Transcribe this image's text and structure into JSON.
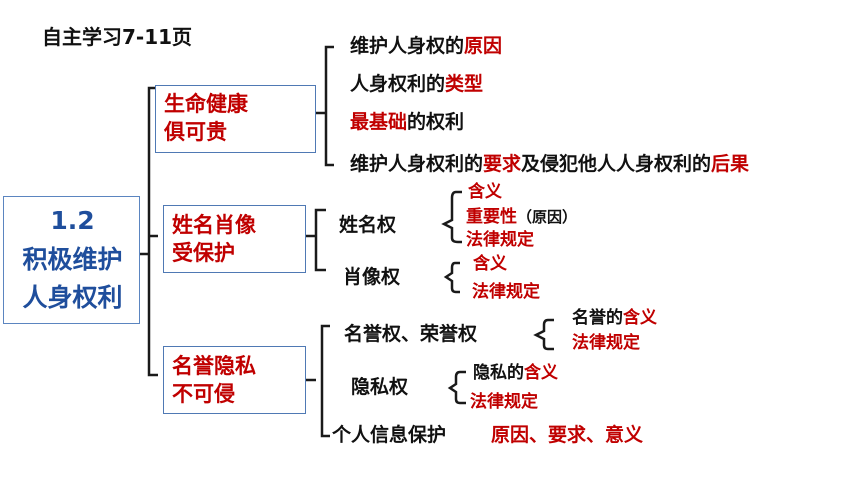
{
  "page_title": "自主学习7-11页",
  "main_topic": {
    "line1": "1.2",
    "line2": "积极维护",
    "line3": "人身权利"
  },
  "colors": {
    "emphasis": "#c00000",
    "box_border": "#4f79b4",
    "line": "#1a1a1a"
  },
  "branch1": {
    "label_line1": "生命健康",
    "label_line2": "俱可贵",
    "items": [
      {
        "prefix": "维护人身权的",
        "key": "原因",
        "suffix": ""
      },
      {
        "prefix": "人身权利的",
        "key": "类型",
        "suffix": ""
      },
      {
        "prefix": "",
        "key": "最基础",
        "suffix": "的权利"
      },
      {
        "prefix": "维护人身权利的",
        "key": "要求",
        "middle": "及侵犯他人人身权利的",
        "key2": "后果"
      }
    ]
  },
  "branch2": {
    "label_line1": "姓名肖像",
    "label_line2": "受保护",
    "name_right": {
      "label": "姓名权",
      "items": [
        "含义",
        "重要性",
        "（原因）",
        "法律规定"
      ]
    },
    "portrait_right": {
      "label": "肖像权",
      "items": [
        "含义",
        "法律规定"
      ]
    }
  },
  "branch3": {
    "label_line1": "名誉隐私",
    "label_line2": "不可侵",
    "reputation_right": {
      "label": "名誉权、荣誉权",
      "item1_prefix": "名誉的",
      "item1_key": "含义",
      "item2": "法律规定"
    },
    "privacy_right": {
      "label": "隐私权",
      "item1_prefix": "隐私的",
      "item1_key": "含义",
      "item2": "法律规定"
    },
    "personal_info": {
      "label": "个人信息保护",
      "items": "原因、要求、意义"
    }
  }
}
